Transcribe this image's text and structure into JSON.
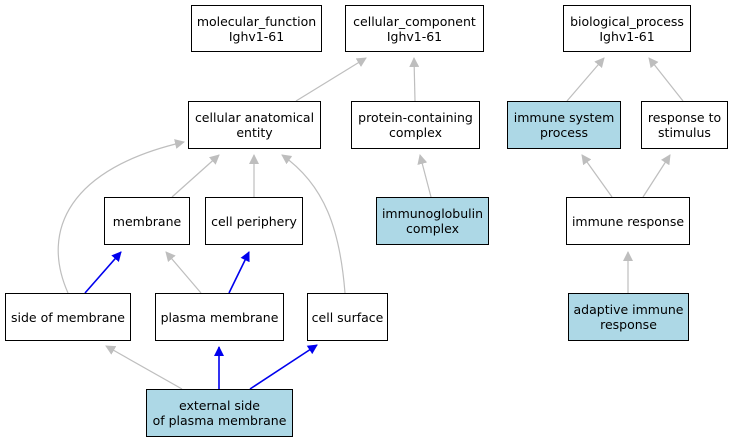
{
  "nodes": {
    "molecular_function": {
      "label": "molecular_function\nIghv1-61",
      "highlight": false
    },
    "cellular_component": {
      "label": "cellular_component\nIghv1-61",
      "highlight": false
    },
    "biological_process": {
      "label": "biological_process\nIghv1-61",
      "highlight": false
    },
    "cellular_anatomical_entity": {
      "label": "cellular anatomical\nentity",
      "highlight": false
    },
    "protein_containing_complex": {
      "label": "protein-containing\ncomplex",
      "highlight": false
    },
    "immune_system_process": {
      "label": "immune system\nprocess",
      "highlight": true
    },
    "response_to_stimulus": {
      "label": "response to\nstimulus",
      "highlight": false
    },
    "membrane": {
      "label": "membrane",
      "highlight": false
    },
    "cell_periphery": {
      "label": "cell periphery",
      "highlight": false
    },
    "immunoglobulin_complex": {
      "label": "immunoglobulin\ncomplex",
      "highlight": true
    },
    "immune_response": {
      "label": "immune response",
      "highlight": false
    },
    "side_of_membrane": {
      "label": "side of membrane",
      "highlight": false
    },
    "plasma_membrane": {
      "label": "plasma membrane",
      "highlight": false
    },
    "cell_surface": {
      "label": "cell surface",
      "highlight": false
    },
    "adaptive_immune_response": {
      "label": "adaptive immune\nresponse",
      "highlight": true
    },
    "external_side_of_plasma_membrane": {
      "label": "external side\nof plasma membrane",
      "highlight": true
    }
  },
  "edges": [
    {
      "from": "cellular_anatomical_entity",
      "to": "cellular_component",
      "kind": "is_a"
    },
    {
      "from": "protein_containing_complex",
      "to": "cellular_component",
      "kind": "is_a"
    },
    {
      "from": "immune_system_process",
      "to": "biological_process",
      "kind": "is_a"
    },
    {
      "from": "response_to_stimulus",
      "to": "biological_process",
      "kind": "is_a"
    },
    {
      "from": "membrane",
      "to": "cellular_anatomical_entity",
      "kind": "is_a"
    },
    {
      "from": "cell_periphery",
      "to": "cellular_anatomical_entity",
      "kind": "is_a"
    },
    {
      "from": "side_of_membrane",
      "to": "cellular_anatomical_entity",
      "kind": "is_a"
    },
    {
      "from": "cell_surface",
      "to": "cellular_anatomical_entity",
      "kind": "is_a"
    },
    {
      "from": "immunoglobulin_complex",
      "to": "protein_containing_complex",
      "kind": "is_a"
    },
    {
      "from": "immune_response",
      "to": "immune_system_process",
      "kind": "is_a"
    },
    {
      "from": "immune_response",
      "to": "response_to_stimulus",
      "kind": "is_a"
    },
    {
      "from": "side_of_membrane",
      "to": "membrane",
      "kind": "part_of"
    },
    {
      "from": "plasma_membrane",
      "to": "membrane",
      "kind": "is_a"
    },
    {
      "from": "plasma_membrane",
      "to": "cell_periphery",
      "kind": "part_of"
    },
    {
      "from": "adaptive_immune_response",
      "to": "immune_response",
      "kind": "is_a"
    },
    {
      "from": "external_side_of_plasma_membrane",
      "to": "side_of_membrane",
      "kind": "is_a"
    },
    {
      "from": "external_side_of_plasma_membrane",
      "to": "plasma_membrane",
      "kind": "part_of"
    },
    {
      "from": "external_side_of_plasma_membrane",
      "to": "cell_surface",
      "kind": "part_of"
    }
  ],
  "colors": {
    "highlight_fill": "#add8e6",
    "is_a_edge": "#bebebe",
    "part_of_edge": "#0000ee",
    "node_border": "#000000"
  }
}
